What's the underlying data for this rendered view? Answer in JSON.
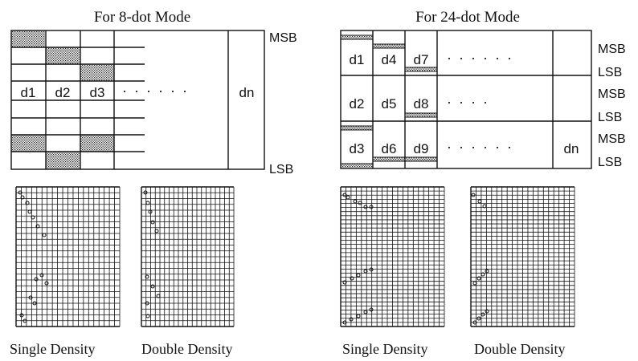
{
  "left": {
    "title": "For 8-dot Mode",
    "cells": [
      "d1",
      "d2",
      "d3"
    ],
    "dots": "· · · · · ·",
    "last": "dn",
    "msb": "MSB",
    "lsb": "LSB",
    "captions": [
      "Single Density",
      "Double Density"
    ]
  },
  "right": {
    "title": "For 24-dot Mode",
    "rows": [
      {
        "cells": [
          "d1",
          "d4",
          "d7"
        ],
        "dots": "· · · · · ·"
      },
      {
        "cells": [
          "d2",
          "d5",
          "d8"
        ],
        "dots": "· · · ·"
      },
      {
        "cells": [
          "d3",
          "d6",
          "d9"
        ],
        "dots": "· · · · · ·"
      }
    ],
    "last": "dn",
    "msb": "MSB",
    "lsb": "LSB",
    "captions": [
      "Single Density",
      "Double Density"
    ]
  },
  "colors": {
    "ink": "#111111",
    "shade": "#bdbdbd",
    "paper": "#ffffff"
  }
}
